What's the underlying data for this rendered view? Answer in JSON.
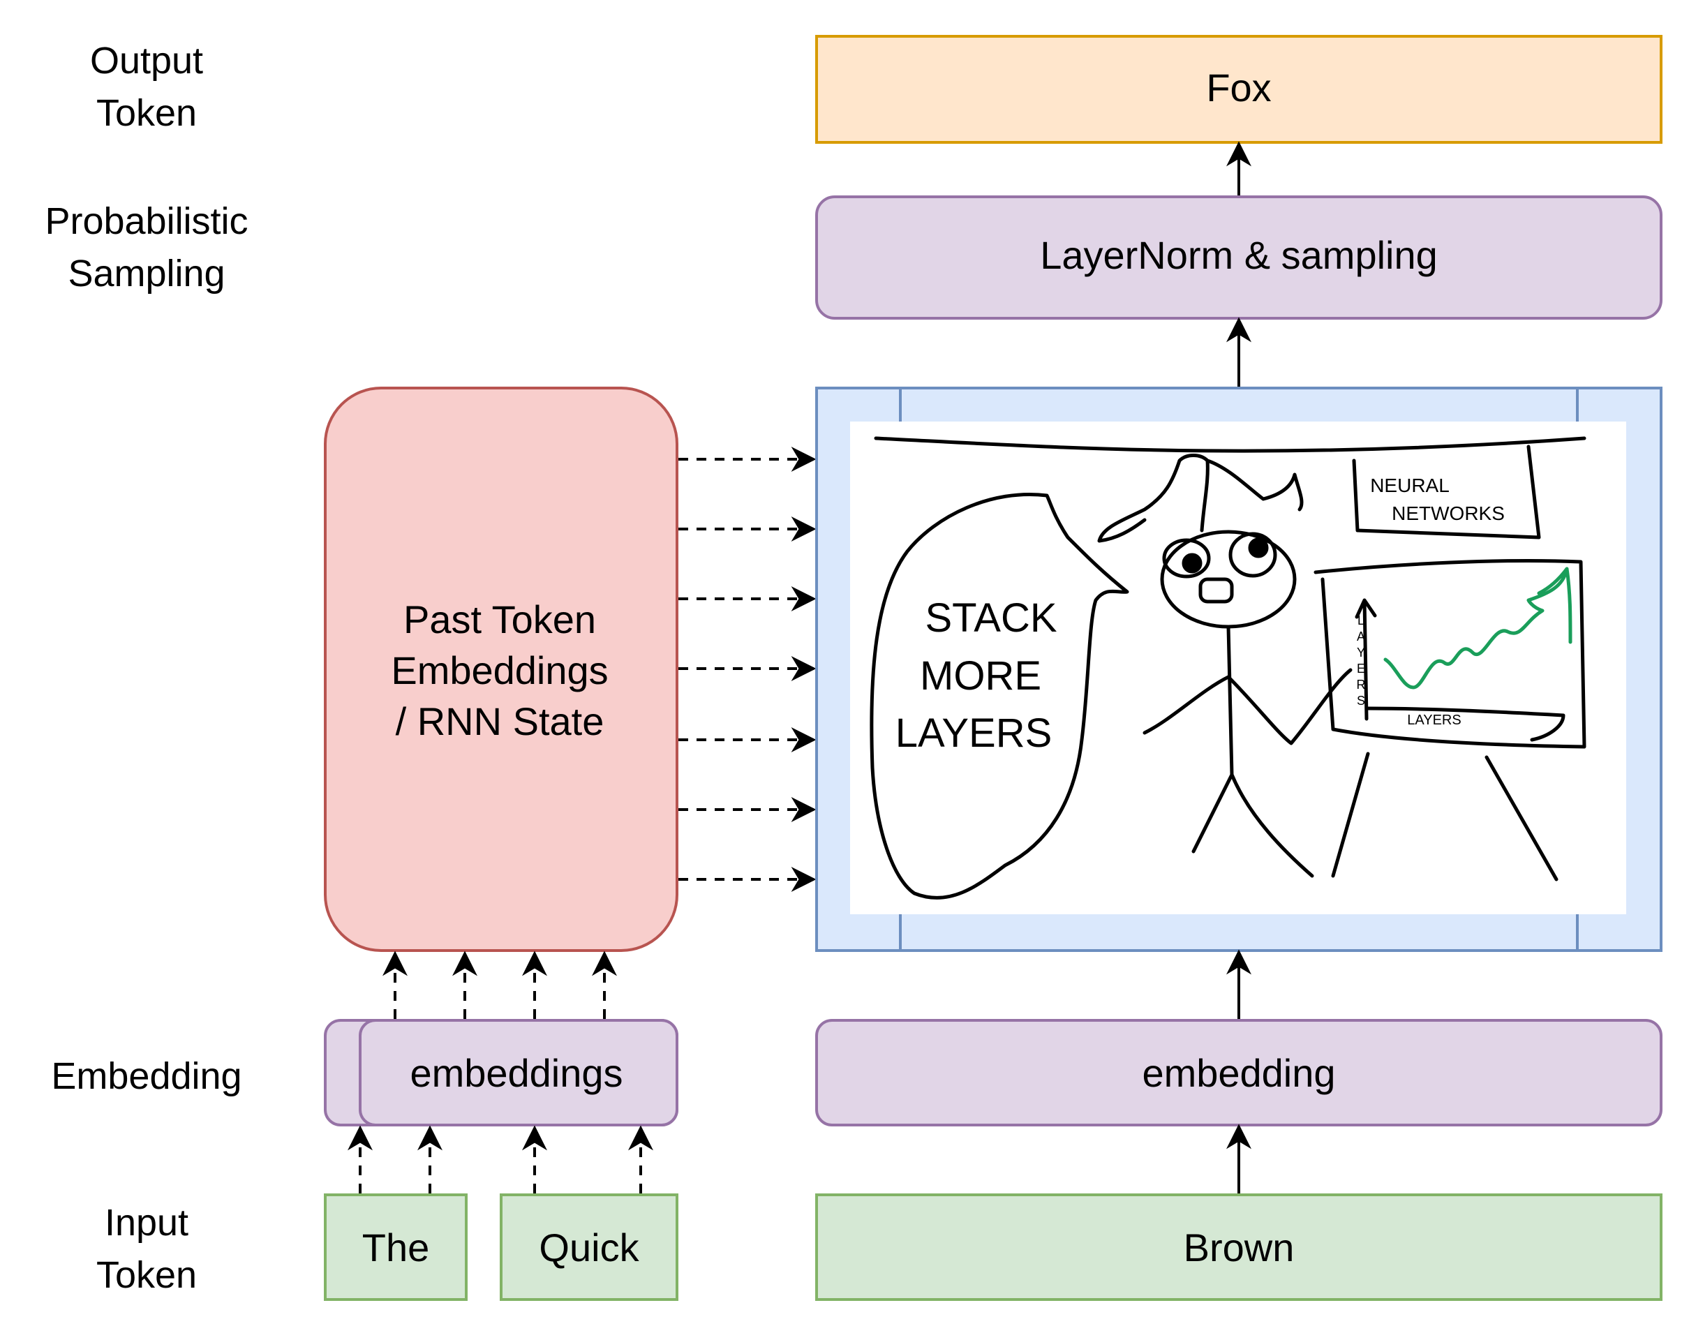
{
  "row_labels": {
    "output_line1": "Output",
    "output_line2": "Token",
    "sampling_line1": "Probabilistic",
    "sampling_line2": "Sampling",
    "embedding": "Embedding",
    "input_line1": "Input",
    "input_line2": "Token"
  },
  "boxes": {
    "fox": "Fox",
    "layernorm": "LayerNorm & sampling",
    "past_line1": "Past Token",
    "past_line2": "Embeddings",
    "past_line3": "/ RNN State",
    "embeddings_left": "embeddings",
    "embedding_right": "embedding",
    "input_the": "The",
    "input_quick": "Quick",
    "input_brown": "Brown"
  },
  "sketch": {
    "speech_line1": "STACK",
    "speech_line2": "MORE",
    "speech_line3": "LAYERS",
    "sign_line1": "NEURAL",
    "sign_line2": "NETWORKS",
    "chart_ylabel_letters": [
      "L",
      "A",
      "Y",
      "E",
      "R",
      "S"
    ],
    "chart_xlabel": "LAYERS"
  },
  "colors": {
    "output_fill": "#ffe6cc",
    "output_stroke": "#d79b00",
    "purple_fill": "#e1d5e7",
    "purple_stroke": "#9673a6",
    "red_fill": "#f8cecc",
    "red_stroke": "#b85450",
    "green_fill": "#d5e8d4",
    "green_stroke": "#82b366",
    "blue_fill": "#dae8fc",
    "blue_stroke": "#6c8ebf",
    "chart_line": "#1a9e5a"
  }
}
